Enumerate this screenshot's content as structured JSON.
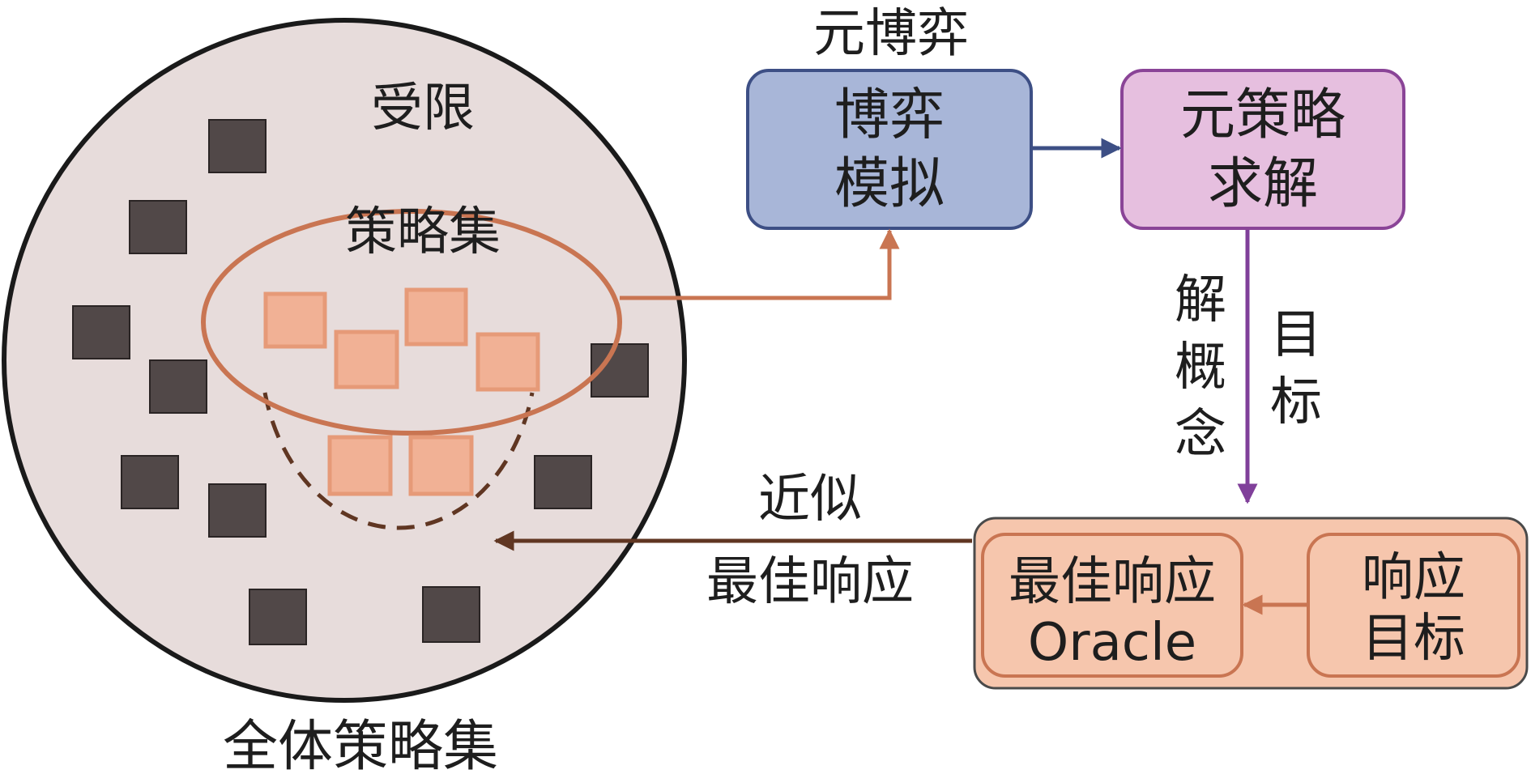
{
  "labels": {
    "restricted_l1": "受限",
    "restricted_l2": "策略集",
    "full_set": "全体策略集",
    "meta_game": "元博弈",
    "game_sim_l1": "博弈",
    "game_sim_l2": "模拟",
    "meta_solve_l1": "元策略",
    "meta_solve_l2": "求解",
    "solution_concept": [
      "解",
      "概",
      "念"
    ],
    "target": [
      "目",
      "标"
    ],
    "approx_l1": "近似",
    "approx_l2": "最佳响应",
    "br_oracle_l1": "最佳响应",
    "br_oracle_l2": "Oracle",
    "resp_target_l1": "响应",
    "resp_target_l2": "目标"
  },
  "colors": {
    "big_circle_fill": "#e7dcdb",
    "dark_square": "#514848",
    "light_square": "#f1b195",
    "orange_stroke": "#c97552",
    "dashed_stroke": "#603622",
    "blue_box_fill": "#a8b6d8",
    "blue_box_stroke": "#3d4f85",
    "purple_box_fill": "#e6bfdf",
    "purple_box_stroke": "#8a4497",
    "peach_fill": "#f6c6ad",
    "peach_stroke": "#c97552",
    "arrow_blue": "#3d4f85",
    "arrow_purple": "#80409a",
    "arrow_dark": "#603622"
  }
}
